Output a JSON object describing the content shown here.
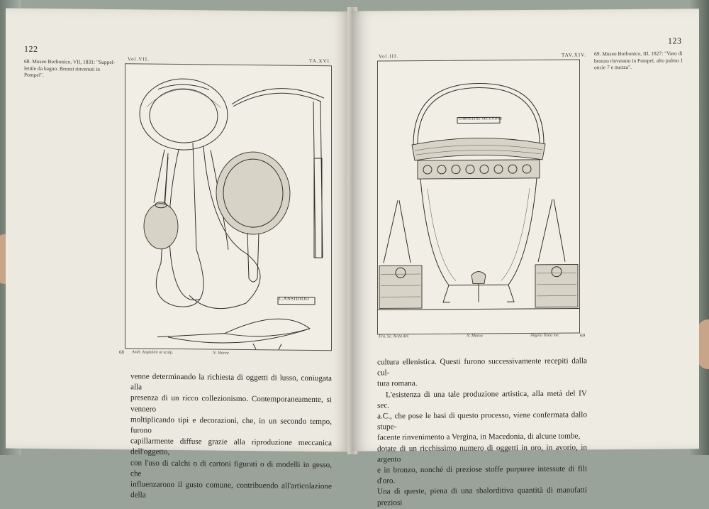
{
  "left_page": {
    "page_number": "122",
    "caption_lines": [
      "68. Museo Borbonico, VII, 1831: \"Suppel-",
      "lettile da bagno. Bronzi rinvenuti in",
      "Pompei\"."
    ],
    "plate": {
      "volume": "Vol.VII.",
      "table": "TA.XVI.",
      "inscription": "L.ANSIDIOD",
      "credit_left": "Andr. Angiolini ut sculp.",
      "credit_center": "N. Morea",
      "figure_number": "68"
    },
    "body_lines": [
      "venne determinando la richiesta di oggetti di lusso, coniugata alla",
      "presenza di un ricco collezionismo. Contemporaneamente, si vennero",
      "moltiplicando tipi e decorazioni, che, in un secondo tempo, furono",
      "capillarmente diffuse grazie alla riproduzione meccanica dell'oggetto,",
      "con l'uso di calchi o di cartoni figurati o di modelli in gesso, che",
      "influenzarono il gusto comune, contribuendo all'articolazione della"
    ]
  },
  "right_page": {
    "page_number": "123",
    "caption_lines": [
      "69. Museo Borbonico, III, 1827: \"Vaso di",
      "bronzo rinvenuto in Pompei, alto palmo 1",
      "oncie 7 e mezza\"."
    ],
    "plate": {
      "volume": "Vol.III.",
      "table": "TAV.XIV.",
      "inscription": "CORNELIAE SECUNDAE",
      "credit_left": "Fra. Sc. Avita del.",
      "credit_center": "N. Morea",
      "credit_right": "Angelo Testa ine.",
      "figure_number": "69"
    },
    "body_lines": [
      "cultura ellenistica. Questi furono successivamente recepiti dalla cul-",
      "tura romana.",
      "L'esistenza di una tale produzione artistica, alla metà del IV sec.",
      "a.C., che pose le basi di questo processo, viene confermata dallo stupe-",
      "facente rinvenimento a Vergina, in Macedonia, di alcune tombe,",
      "dotate di un ricchissimo numero di oggetti in oro, in avorio, in argento",
      "e in bronzo, nonché di preziose stoffe purpuree intessute di fili d'oro.",
      "Una di queste, piena di una sbalorditiva quantità di manufatti preziosi"
    ]
  }
}
